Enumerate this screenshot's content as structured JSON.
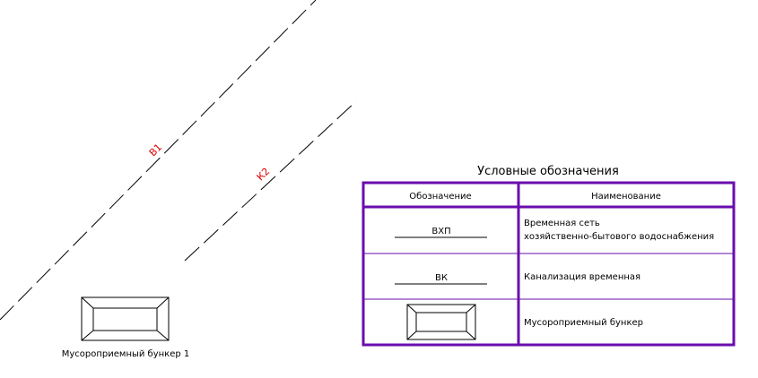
{
  "drawing": {
    "lines": [
      {
        "label": "В1",
        "color": "#e00000"
      },
      {
        "label": "К2",
        "color": "#e00000"
      }
    ],
    "bunker": {
      "label": "Мусороприемный бункер 1"
    }
  },
  "legend": {
    "title": "Условные обозначения",
    "frame_color": "#6a0dad",
    "headers": {
      "symbol": "Обозначение",
      "name": "Наименование"
    },
    "rows": [
      {
        "symbol_text": "ВХП",
        "name_line1": "Временная сеть",
        "name_line2": "хозяйственно-бытового водоснабжения"
      },
      {
        "symbol_text": "ВК",
        "name_line1": "Канализация временная",
        "name_line2": ""
      },
      {
        "symbol_text": "",
        "name_line1": "Мусороприемный бункер",
        "name_line2": ""
      }
    ]
  }
}
